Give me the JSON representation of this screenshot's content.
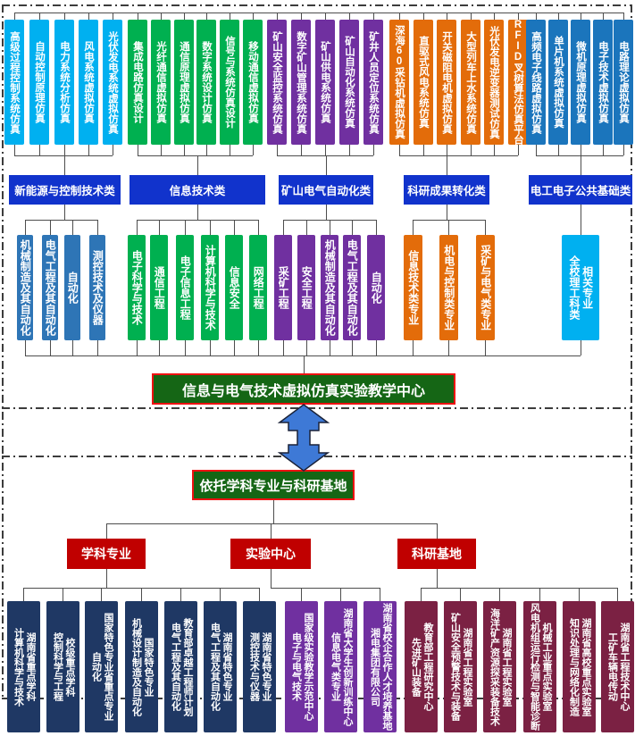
{
  "diagram": {
    "center_hub": "信息与电气技术虚拟仿真实验教学中心",
    "base_hub": "依托学科专业与科研基地",
    "colors": {
      "category_blue": "#1133cc",
      "hub_green": "#156615",
      "hub_border_red": "#ee1111",
      "branch_red": "#c00000",
      "arrow_blue": "#3e79d6",
      "cyan": "#00B0F0",
      "green": "#00B050",
      "purple": "#7030A0",
      "orange": "#E36C0A",
      "mid_blue": "#1B75BC",
      "steel_blue": "#2E75B6",
      "navy": "#1F3864",
      "maroon": "#7B2143"
    },
    "top_groups": [
      {
        "category": "新能源与控制技术类",
        "top_color": "#00B0F0",
        "bottom_color": "#2E75B6",
        "simulations": [
          "高级过程控制系统仿真",
          "自动控制原理仿真",
          "电力系统分析仿真",
          "风电系统虚拟仿真",
          "光伏发电系统虚拟仿真"
        ],
        "majors": [
          "机械制造及其自动化",
          "电气工程及其自动化",
          "自动化",
          "测控技术及仪器"
        ]
      },
      {
        "category": "信息技术类",
        "top_color": "#00B050",
        "bottom_color": "#00B050",
        "simulations": [
          "集成电路仿真设计",
          "光纤通信虚拟仿真",
          "通信原理虚拟仿真",
          "数字系统设计仿真",
          "信号与系统仿真设计",
          "移动通信虚拟仿真"
        ],
        "majors": [
          "电子科学与技术",
          "通信工程",
          "电子信息工程",
          "计算机科学与技术",
          "信息安全",
          "网络工程"
        ]
      },
      {
        "category": "矿山电气自动化类",
        "top_color": "#7030A0",
        "bottom_color": "#7030A0",
        "simulations": [
          "矿山安全监控系统仿真",
          "数字矿山管理系统仿真",
          "矿山供电系统仿真",
          "矿山自动化系统仿真",
          "矿井人员定位系统仿真"
        ],
        "majors": [
          "采矿工程",
          "安全工程",
          "机械制造及其自动化",
          "电气工程及其自动化",
          "自动化"
        ]
      },
      {
        "category": "科研成果转化类",
        "top_color": "#E36C0A",
        "bottom_color": "#E36C0A",
        "simulations": [
          "深海60采钻机虚拟仿真",
          "直驱式风电系统仿真",
          "开关磁阻电机虚拟仿真",
          "大型列车上水系统仿真",
          "光伏发电逆变器测试仿真",
          "RFID叉树算法仿真平台"
        ],
        "majors": [
          "信息技术类专业",
          "机电与控制类专业",
          "采矿与电气类专业"
        ]
      },
      {
        "category": "电工电子公共基础类",
        "top_color": "#1B75BC",
        "bottom_color": "#00B0F0",
        "simulations": [
          "高频电子线路虚拟仿真",
          "单片机系统虚拟仿真",
          "微机原理虚拟仿真",
          "电子技术虚拟仿真",
          "电路理论虚拟仿真"
        ],
        "majors_wide": {
          "line1": "相关专业",
          "line2": "全校理工科类"
        }
      }
    ],
    "bottom_branches": [
      {
        "label": "学科专业",
        "color": "#1F3864",
        "items": [
          {
            "line1": "湖南省重点学科",
            "line2": "计算机科学与技术"
          },
          {
            "line1": "校级重点学科",
            "line2": "控制科学与工程"
          },
          {
            "line1": "国家特色专业省重点专业",
            "line2": "自动化"
          },
          {
            "line1": "国家特色专业",
            "line2": "机械设计制造及自动化"
          },
          {
            "line1": "教育部卓越工程师计划",
            "line2": "电气工程及其自动化"
          },
          {
            "line1": "湖南省特色专业",
            "line2": "电气工程及其自动化"
          },
          {
            "line1": "湖南省特色专业",
            "line2": "测控技术与仪器"
          }
        ]
      },
      {
        "label": "实验中心",
        "color": "#7030A0",
        "items": [
          {
            "line1": "国家级实验教学示范中心",
            "line2": "电子与电气技术"
          },
          {
            "line1": "湖南省大学生创新训练中心",
            "line2": "信息电气类专业"
          },
          {
            "line1": "湖南省校企合作人才培养基地",
            "line2": "湘电集团有限公司"
          }
        ]
      },
      {
        "label": "科研基地",
        "color": "#7B2143",
        "items": [
          {
            "line1": "教育部工程研究中心",
            "line2": "先进矿山装备"
          },
          {
            "line1": "湖南省工程实验室",
            "line2": "矿山安全预警技术与装备"
          },
          {
            "line1": "湖南省工程实验室",
            "line2": "海洋矿产资源探采装备技术"
          },
          {
            "line1": "机械工业重点实验室",
            "line2": "风电机组运行检测与智能诊断"
          },
          {
            "line1": "湖南省高校重点实验室",
            "line2": "知识处理与网络化制造"
          },
          {
            "line1": "湖南省工程技术中心",
            "line2": "工矿车辆电传动"
          }
        ]
      }
    ]
  }
}
